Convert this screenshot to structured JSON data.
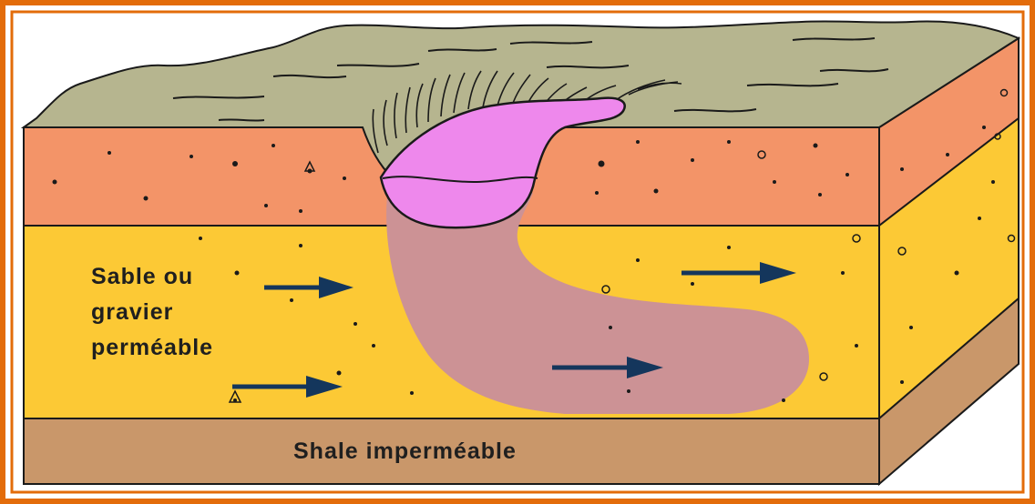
{
  "diagram": {
    "labels": {
      "sand_line1": "Sable ou",
      "sand_line2": "gravier",
      "sand_line3": "perméable",
      "shale": "Shale imperméable"
    },
    "colors": {
      "frame_orange": "#e36c0a",
      "surface_soil": "#b6b58f",
      "topsoil_layer": "#f39468",
      "aquifer_sand": "#fcc935",
      "shale_layer": "#c9976a",
      "contaminant_pool": "#ee88ec",
      "contaminant_plume": "#cc9295",
      "flow_arrow": "#14365c",
      "outline": "#1a1a1a"
    }
  }
}
